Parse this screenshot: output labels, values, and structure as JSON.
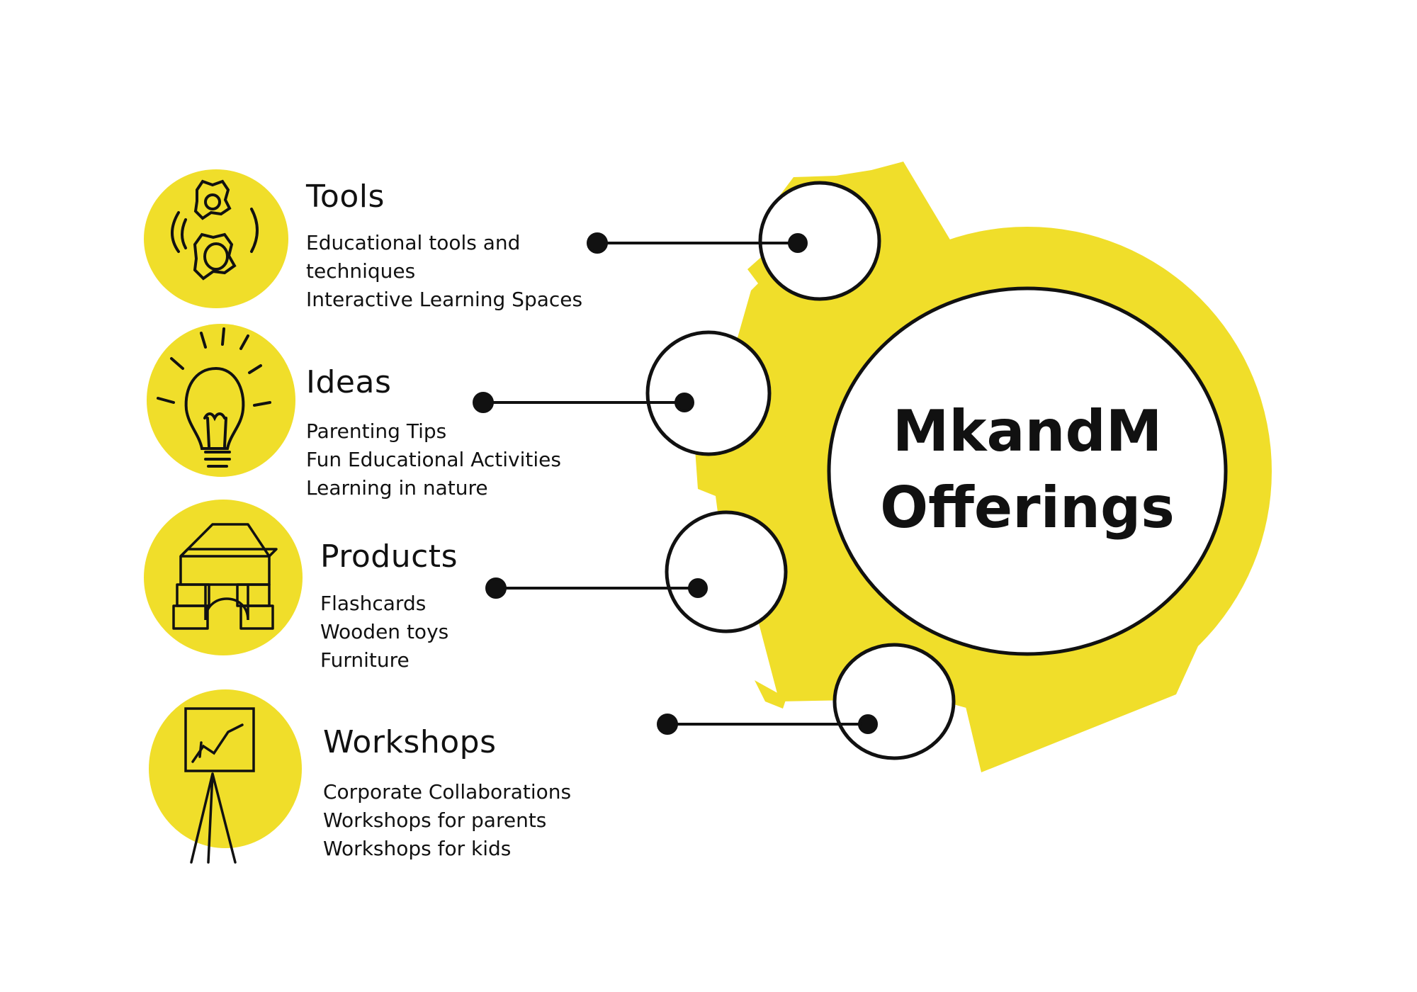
{
  "center": {
    "line1": "MkandM",
    "line2": "Offerings"
  },
  "colors": {
    "accent": "#F0DE2A",
    "ink": "#111111",
    "background": "#FFFFFF"
  },
  "categories": [
    {
      "title": "Tools",
      "icon": "gears-icon",
      "items": [
        "Educational tools and",
        "techniques",
        "Interactive Learning Spaces"
      ]
    },
    {
      "title": "Ideas",
      "icon": "lightbulb-icon",
      "items": [
        "Parenting Tips",
        "Fun Educational Activities",
        "Learning in nature"
      ]
    },
    {
      "title": "Products",
      "icon": "wooden-blocks-icon",
      "items": [
        "Flashcards",
        "Wooden toys",
        "Furniture"
      ]
    },
    {
      "title": "Workshops",
      "icon": "easel-chart-icon",
      "items": [
        "Corporate Collaborations",
        "Workshops for parents",
        "Workshops for kids"
      ]
    }
  ]
}
